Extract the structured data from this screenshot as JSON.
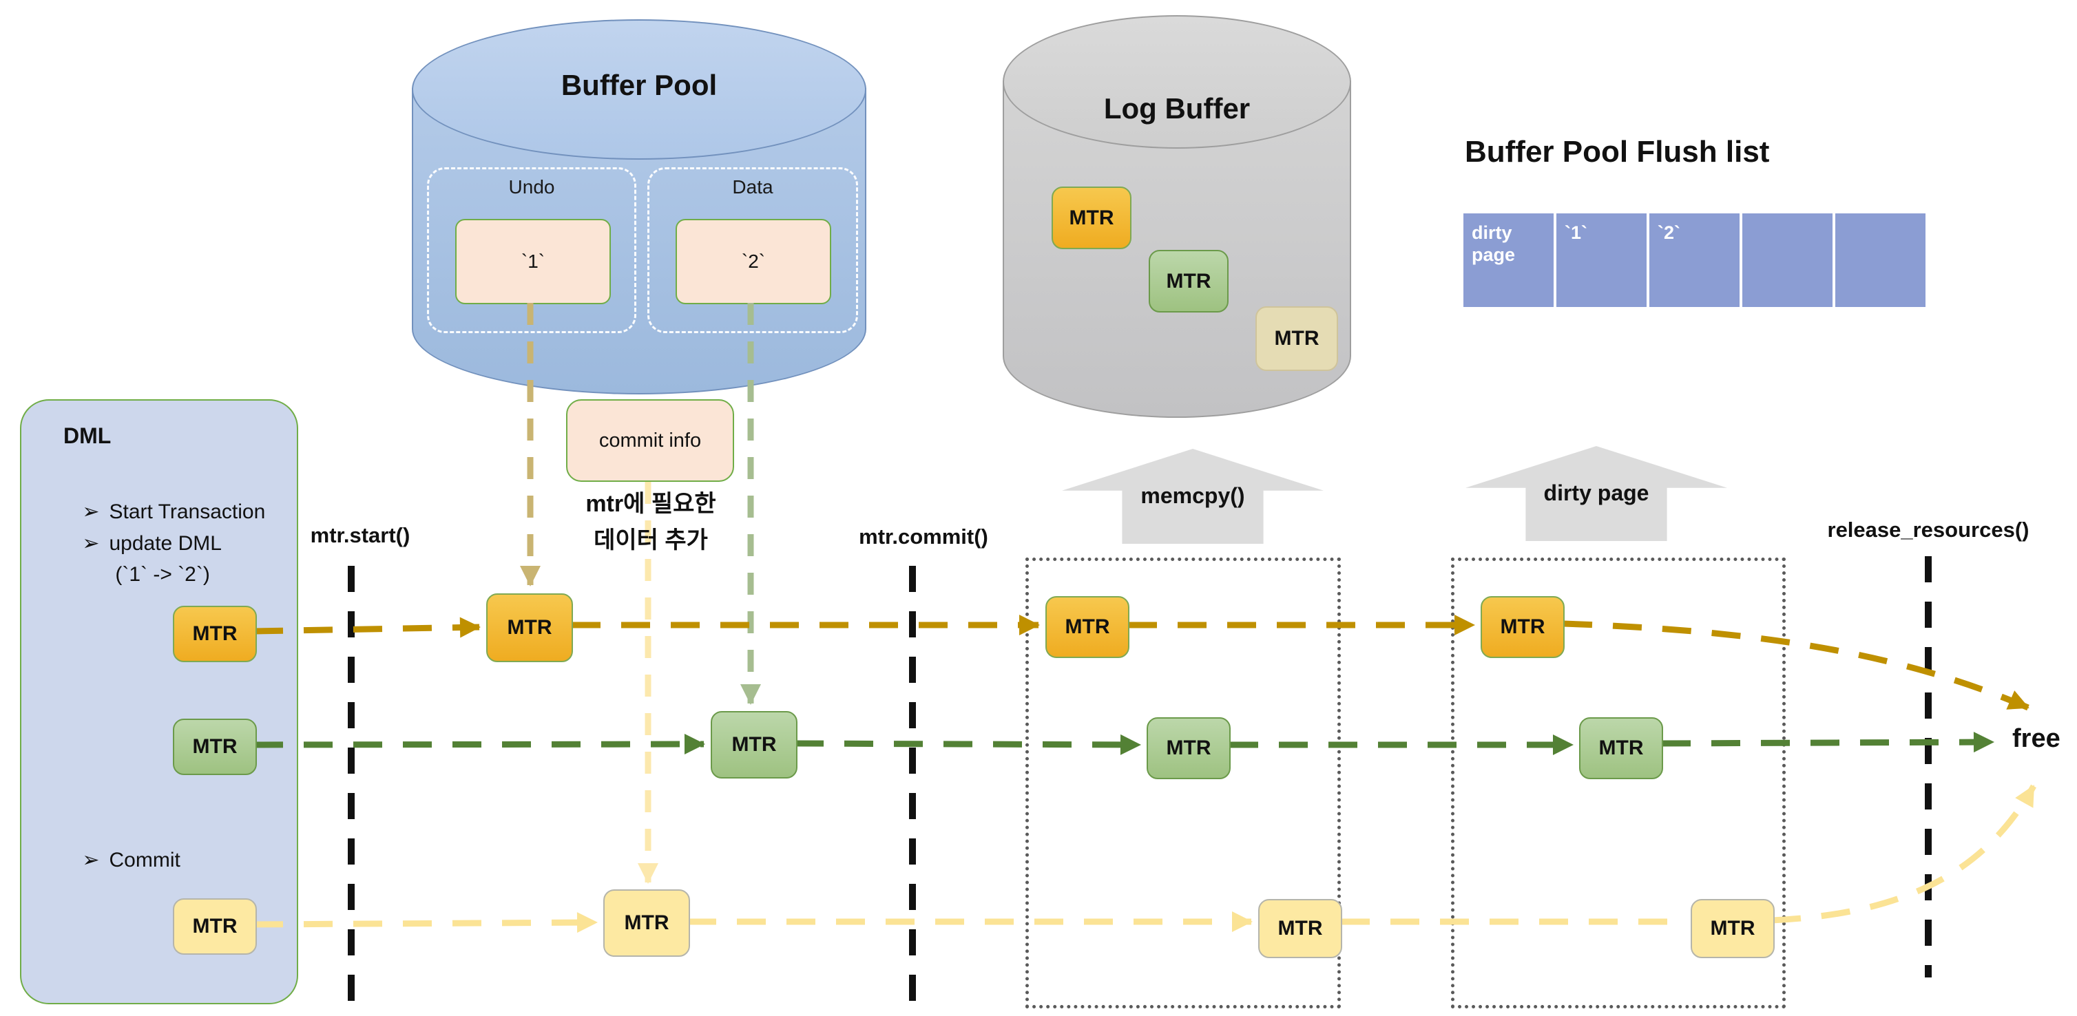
{
  "buffer_pool": {
    "title": "Buffer Pool",
    "undo_label": "Undo",
    "undo_page": "`1`",
    "data_label": "Data",
    "data_page": "`2`"
  },
  "log_buffer": {
    "title": "Log Buffer"
  },
  "flush_list": {
    "title": "Buffer Pool Flush list",
    "cells": [
      "dirty page",
      "`1`",
      "`2`",
      "",
      ""
    ]
  },
  "dml": {
    "title": "DML",
    "items": [
      {
        "glyph": "➢",
        "text": "Start Transaction"
      },
      {
        "glyph": "➢",
        "text": "update DML"
      },
      {
        "glyph": "",
        "text": "(`1` -> `2`)"
      },
      {
        "glyph": "➢",
        "text": "Commit"
      }
    ]
  },
  "timeline": {
    "start_label": "mtr.start()",
    "commit_label": "mtr.commit()",
    "release_label": "release_resources()"
  },
  "annotations": {
    "commit_info": "commit info",
    "mtr_note_line1": "mtr에 필요한",
    "mtr_note_line2": "데이터 추가",
    "memcpy_label": "memcpy()",
    "dirty_page_label": "dirty page",
    "free_label": "free"
  },
  "labels": {
    "mtr": "MTR"
  },
  "colors": {
    "gold_arrow": "#bf9000",
    "green_arrow": "#538135",
    "pale_yellow_arrow": "#fbe395",
    "tan_arrow": "#c9b472",
    "light_green_arrow": "#a6bd90",
    "timeline_line": "#111111",
    "flush_cell": "#8b9dd3",
    "orange_chip": "#f2b32a",
    "green_chip": "#a9c88e",
    "yellow_chip": "#fde9a2",
    "tan_chip": "#e5dcb4",
    "peach_box": "#fbe5d6",
    "buffer_pool_fill": "#a9c3e6",
    "log_buffer_fill": "#cbcbcb",
    "dml_fill": "#cdd7ec"
  }
}
